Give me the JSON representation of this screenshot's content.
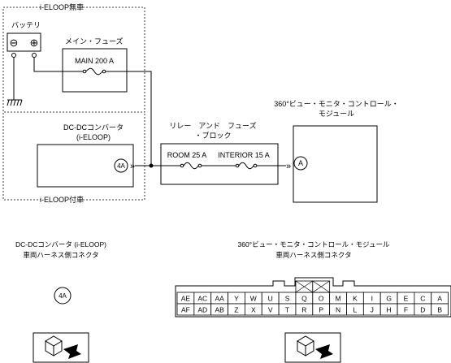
{
  "diagram": {
    "section_no_eloop": "i-ELOOP無車",
    "section_eloop": "i-ELOOP付車",
    "battery_label": "バッテリ",
    "battery_minus": "⊖",
    "battery_plus": "⊕",
    "main_fuse_title": "メイン・フューズ",
    "main_fuse_label": "MAIN 200 A",
    "dcdc_title_1": "DC-DCコンバータ",
    "dcdc_title_2": "(i-ELOOP)",
    "dcdc_connector": "4A",
    "relay_title_1": "リレー　アンド　フューズ",
    "relay_title_2": "・ブロック",
    "room_fuse_label": "ROOM 25 A",
    "interior_fuse_label": "INTERIOR 15 A",
    "monitor_title_1": "360°ビュー・モニタ・コントロール・",
    "monitor_title_2": "モジュール",
    "monitor_connector": "A",
    "fuse_symbol": "~",
    "chevrons": "»"
  },
  "connectors": {
    "dcdc_title_1": "DC-DCコンバータ (i-ELOOP)",
    "dcdc_title_2": "車両ハーネス側コネクタ",
    "dcdc_code": "4A",
    "monitor_title_1": "360°ビュー・モニタ・コントロール・モジュール",
    "monitor_title_2": "車両ハーネス側コネクタ",
    "top_row": [
      "AE",
      "AC",
      "AA",
      "Y",
      "W",
      "U",
      "S",
      "Q",
      "O",
      "M",
      "K",
      "I",
      "G",
      "E",
      "C",
      "A"
    ],
    "bottom_row": [
      "AF",
      "AD",
      "AB",
      "Z",
      "X",
      "V",
      "T",
      "R",
      "P",
      "N",
      "L",
      "J",
      "H",
      "F",
      "D",
      "B"
    ]
  }
}
